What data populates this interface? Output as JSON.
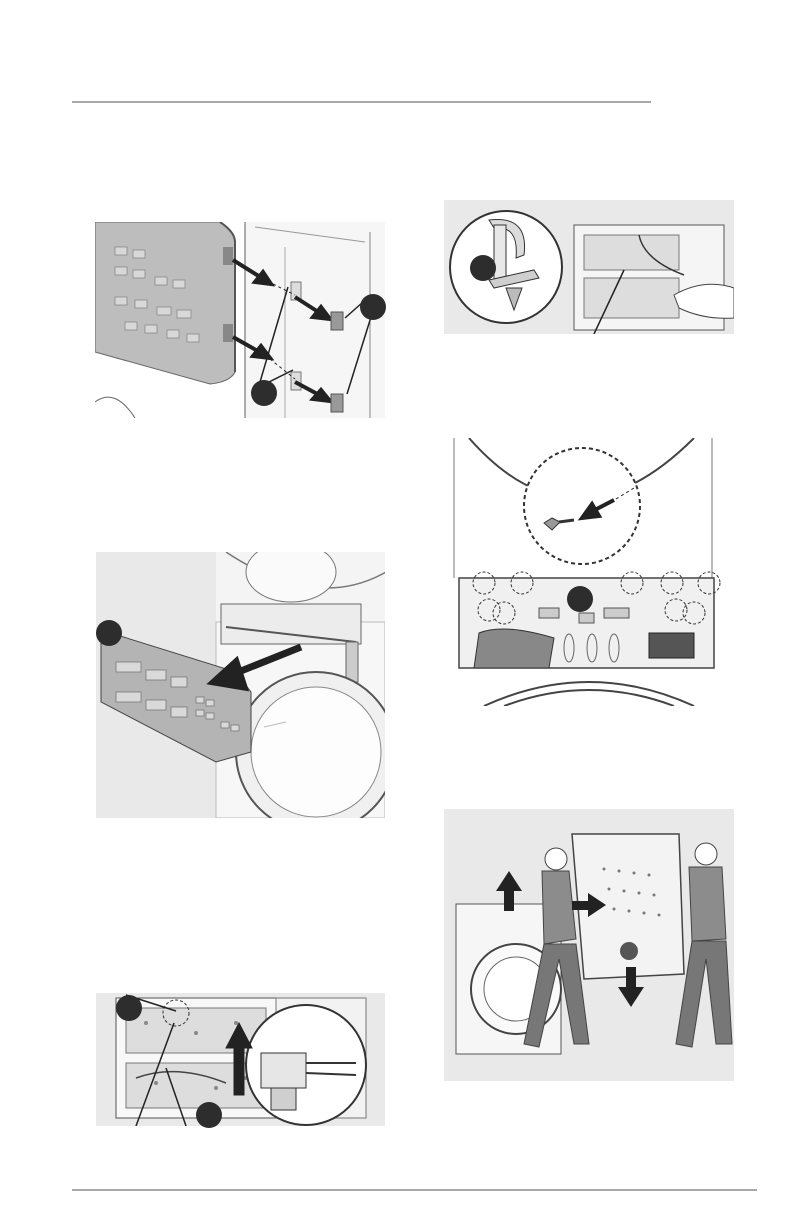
{
  "page": {
    "figures": [
      {
        "id": "fig1",
        "icon": "remove-panel-screws-and-caps"
      },
      {
        "id": "fig2",
        "icon": "pull-control-panel-forward"
      },
      {
        "id": "fig3",
        "icon": "disconnect-wire-harness-connector"
      },
      {
        "id": "fig4",
        "icon": "release-wire-clip"
      },
      {
        "id": "fig5",
        "icon": "remove-rear-panel-screws"
      },
      {
        "id": "fig6",
        "icon": "two-people-lift-dryer-off-washer"
      }
    ],
    "colors": {
      "figure_background": "#e9e9e9",
      "rule": "#a7a7a7",
      "callout": "#2d2d2d",
      "arrow": "#2d2d2d",
      "appliance": "#f2f2f2"
    }
  }
}
